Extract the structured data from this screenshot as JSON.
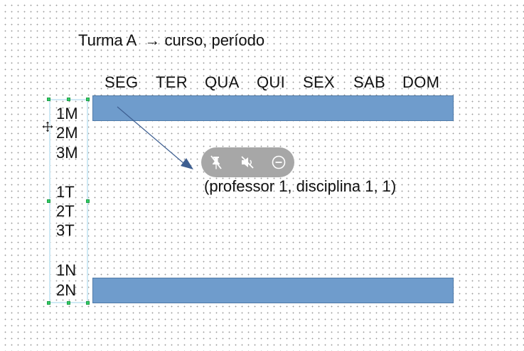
{
  "title": "Turma A  → curso, período",
  "days": [
    "SEG",
    "TER",
    "QUA",
    "QUI",
    "SEX",
    "SAB",
    "DOM"
  ],
  "slots": [
    "1M",
    "2M",
    "3M",
    "1T",
    "2T",
    "3T",
    "1N",
    "2N"
  ],
  "annotation": "(professor 1, disciplina 1, 1)",
  "toolbar": {
    "icons": [
      "pin-off-icon",
      "mute-icon",
      "remove-icon"
    ]
  },
  "colors": {
    "bar_fill": "#6f9ccc",
    "arrow": "#3e5f91",
    "toolbar_bg": "#a7a7a7",
    "handle": "#33cc66"
  }
}
